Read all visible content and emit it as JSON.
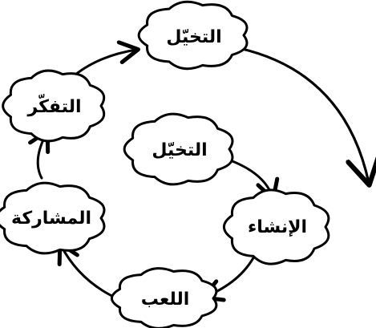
{
  "nodes": {
    "top": "التخيّل",
    "left_top": "التفكّر",
    "center": "التخيّل",
    "left_bottom": "المشاركة",
    "right_bottom": "الإنشاء",
    "bottom": "اللعب"
  },
  "colors": {
    "stroke": "#000000",
    "fill": "#ffffff"
  }
}
